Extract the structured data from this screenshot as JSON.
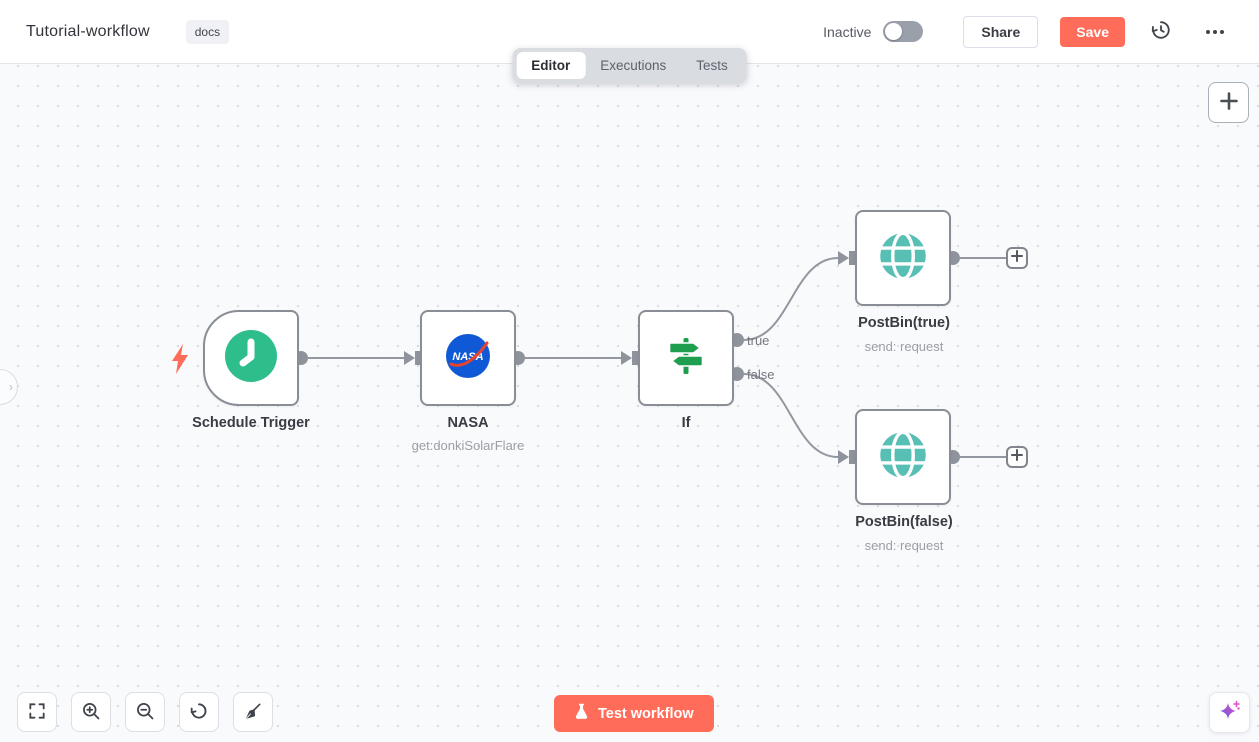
{
  "header": {
    "title": "Tutorial-workflow",
    "tag": "docs",
    "activation": {
      "label": "Inactive",
      "state": "off"
    },
    "share_label": "Share",
    "save_label": "Save",
    "icons": {
      "history": "clock-restore",
      "more": "ellipsis"
    }
  },
  "tabs": {
    "items": [
      {
        "label": "Editor",
        "active": true
      },
      {
        "label": "Executions",
        "active": false
      },
      {
        "label": "Tests",
        "active": false
      }
    ]
  },
  "canvas": {
    "nodes": [
      {
        "label": "Schedule Trigger",
        "subtitle": "",
        "icon": "clock-icon",
        "type": "trigger"
      },
      {
        "label": "NASA",
        "subtitle": "get:donkiSolarFlare",
        "icon": "nasa-logo-icon",
        "type": "action"
      },
      {
        "label": "If",
        "subtitle": "",
        "icon": "signpost-icon",
        "type": "action",
        "outputs": [
          "true",
          "false"
        ]
      },
      {
        "label": "PostBin(true)",
        "subtitle": "send: request",
        "icon": "globe-icon",
        "type": "action"
      },
      {
        "label": "PostBin(false)",
        "subtitle": "send: request",
        "icon": "globe-icon",
        "type": "action"
      }
    ],
    "connection_labels": {
      "true": "true",
      "false": "false"
    }
  },
  "controls": {
    "test_button_label": "Test workflow",
    "icons": {
      "zoom_to_fit": "corner-brackets",
      "zoom_in": "magnifier-plus",
      "zoom_out": "magnifier-minus",
      "reset_zoom": "undo-arrow",
      "tidy_up": "broom",
      "add_node": "plus",
      "assistant": "sparkle",
      "trigger_hint": "lightning-bolt"
    }
  },
  "colors": {
    "accent": "#ff6d5a",
    "node_border": "#898d95",
    "connector": "#9297a0",
    "trigger_green": "#2dbe8c",
    "if_green": "#1f9e50",
    "globe_teal": "#58bfb4",
    "nasa_blue": "#1059d6",
    "nasa_red": "#e8432e",
    "canvas_bg": "#f9fafc"
  }
}
